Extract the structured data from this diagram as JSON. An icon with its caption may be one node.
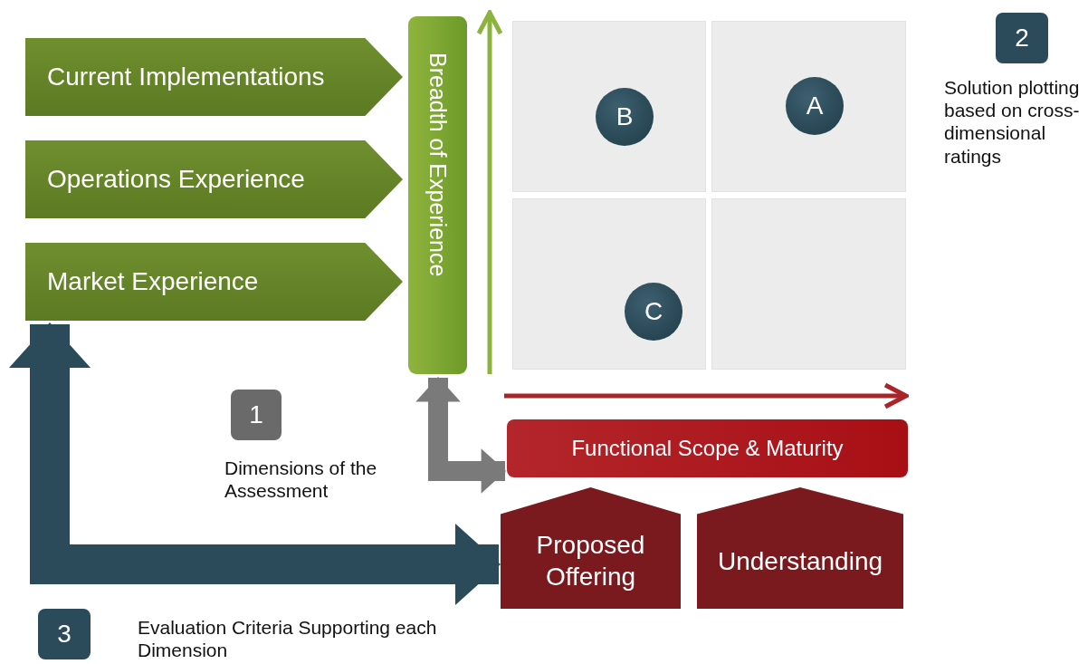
{
  "diagram": {
    "nodes": [
      {
        "text": [
          "Current Implementations"
        ]
      },
      {
        "text": [
          "Operations Experience"
        ]
      },
      {
        "text": [
          "Market Experience"
        ]
      },
      {
        "text": [
          "Breadth of Experience"
        ]
      },
      {
        "text": [],
        "shape": "box"
      },
      {
        "text": [
          "B"
        ],
        "in": 4
      },
      {
        "text": [],
        "shape": "box"
      },
      {
        "text": [
          "A"
        ],
        "in": 6
      },
      {
        "text": [],
        "shape": "box"
      },
      {
        "text": [
          "C"
        ],
        "in": 8
      },
      {
        "text": [],
        "shape": "box"
      },
      {
        "text": [
          "2"
        ],
        "beside": [
          "Solution plotting based on cross-dimensional ratings"
        ]
      },
      {
        "text": [
          "1"
        ],
        "beside": [
          "Dimensions of the Assessment"
        ]
      },
      {
        "text": [
          "Functional Scope & Maturity"
        ]
      },
      {
        "text": [
          "Proposed Offering"
        ]
      },
      {
        "text": [
          "Understanding"
        ]
      },
      {
        "text": [
          "3"
        ],
        "beside": [
          "Evaluation Criteria Supporting each Dimension"
        ]
      }
    ],
    "edges": [
      {
        "from": 3,
        "to": 13,
        "arrow": "both",
        "color": "#7a7a7a"
      },
      {
        "from": 2,
        "to": 14,
        "arrow": "both",
        "style": "thick",
        "color": "#2b4a5a"
      }
    ]
  }
}
